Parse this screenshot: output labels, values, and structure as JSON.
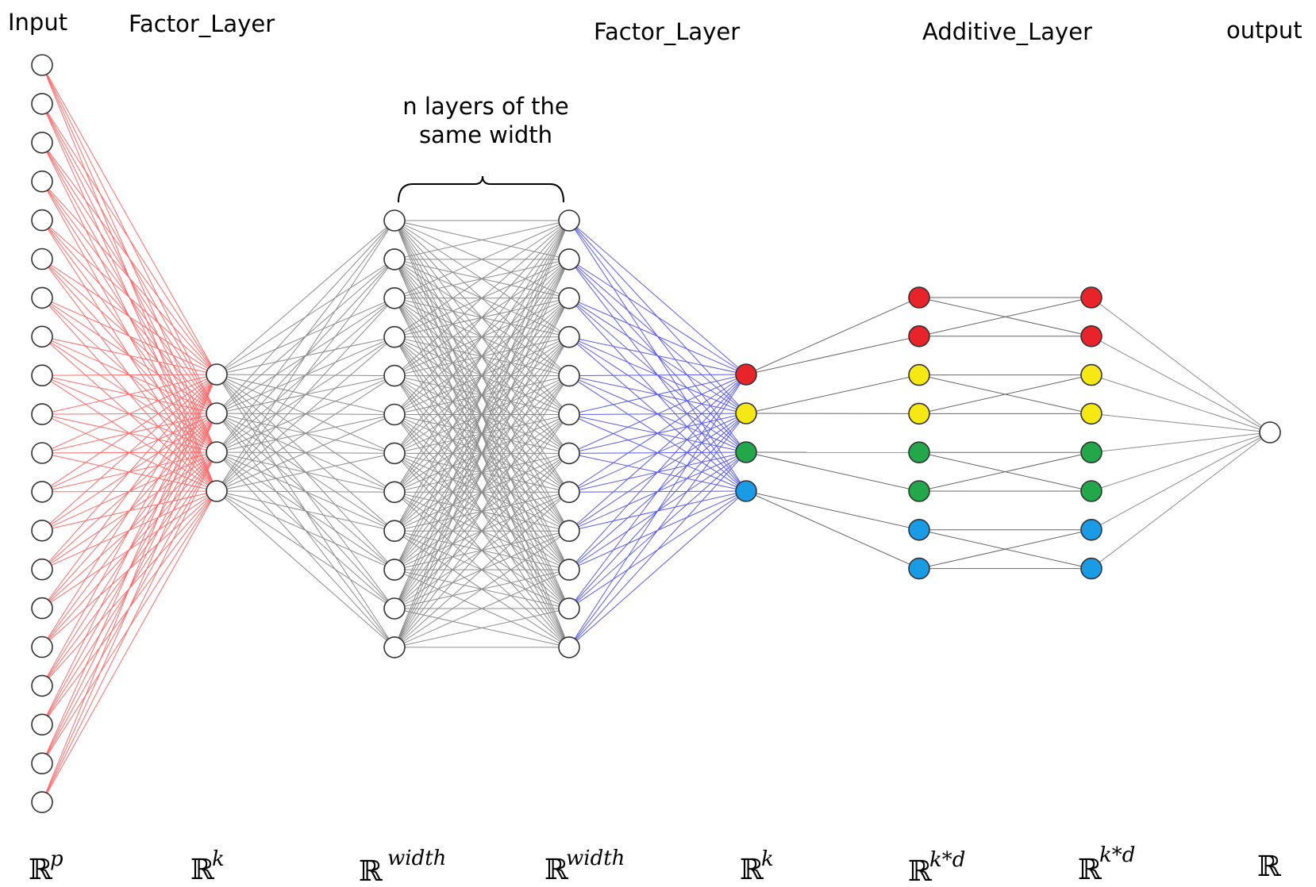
{
  "layer_titles": {
    "input": "Input",
    "factor_layer_1": "Factor_Layer",
    "factor_layer_2": "Factor_Layer",
    "additive_layer": "Additive_Layer",
    "output": "output"
  },
  "note": {
    "line1": "n layers of the",
    "line2": "same width"
  },
  "spaces": [
    {
      "base": "ℝ",
      "sup": "p"
    },
    {
      "base": "ℝ",
      "sup": "k"
    },
    {
      "base": "ℝ",
      "sup": "width"
    },
    {
      "base": "ℝ",
      "sup": "width"
    },
    {
      "base": "ℝ",
      "sup": "k"
    },
    {
      "base": "ℝ",
      "sup": "k*d"
    },
    {
      "base": "ℝ",
      "sup": "k*d"
    },
    {
      "base": "ℝ",
      "sup": ""
    }
  ],
  "colors": {
    "input_edges": "#ff6b6b",
    "hidden_edges": "#8c8c8c",
    "factor_edges": "#5a5aee",
    "additive_edges": "#666666",
    "node_white": "#ffffff",
    "red": "#e8232a",
    "yellow": "#f6e812",
    "green": "#22a84a",
    "blue": "#1a9be6"
  },
  "network": {
    "input_nodes": 20,
    "factor_nodes": 4,
    "hidden_nodes": 12,
    "hidden_layers_shown": 2,
    "factor_out_colors": [
      "red",
      "yellow",
      "green",
      "blue"
    ],
    "additive_colors": [
      "red",
      "red",
      "yellow",
      "yellow",
      "green",
      "green",
      "blue",
      "blue"
    ],
    "output_nodes": 1
  }
}
